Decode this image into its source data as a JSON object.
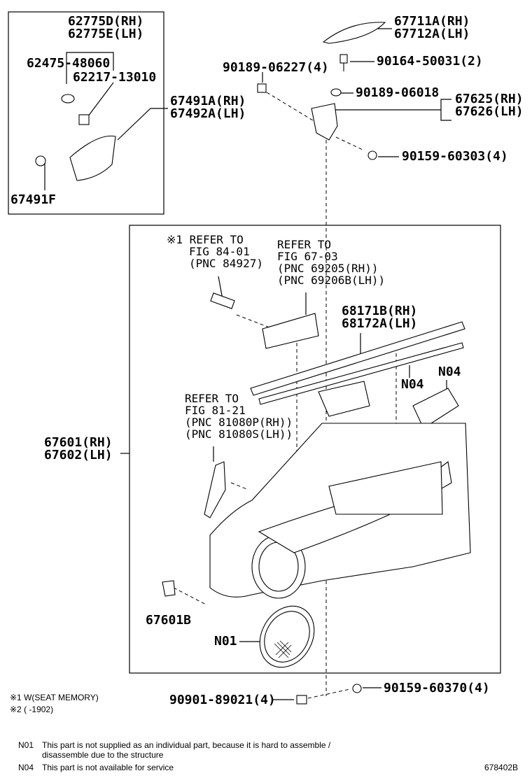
{
  "labels": {
    "p62775": [
      "62775D(RH)",
      "62775E(LH)"
    ],
    "p62475": "62475-48060",
    "p62217": "62217-13010",
    "p67491": [
      "67491A(RH)",
      "67492A(LH)"
    ],
    "p67491F": "67491F",
    "p67711": [
      "67711A(RH)",
      "67712A(LH)"
    ],
    "p90164": "90164-50031(2)",
    "p90189_06227": "90189-06227(4)",
    "p90189_06018": "90189-06018",
    "p67625": [
      "67625(RH)",
      "67626(LH)"
    ],
    "p90159_60303": "90159-60303(4)",
    "p68171": [
      "68171B(RH)",
      "68172A(LH)"
    ],
    "pN04a": "N04",
    "pN04b": "N04",
    "p67601": [
      "67601(RH)",
      "67602(LH)"
    ],
    "p67601B": "67601B",
    "pN01": "N01",
    "p90159_60370": "90159-60370(4)",
    "p90901": "90901-89021(4)"
  },
  "refs": {
    "r1": [
      "※1 REFER TO",
      "FIG 84-01",
      "(PNC 84927)"
    ],
    "r2": [
      "REFER TO",
      "FIG 67-03",
      "(PNC 69205(RH))",
      "(PNC 69206B(LH))"
    ],
    "r3": [
      "REFER TO",
      "FIG 81-21",
      "(PNC 81080P(RH))",
      "(PNC 81080S(LH))"
    ]
  },
  "notes": {
    "n1": "※1 W(SEAT MEMORY)",
    "n2": "※2 (       -1902)",
    "n01_code": "N01",
    "n01_text": "This part is not supplied as an individual part, because it is hard to assemble /",
    "n01_text2": "disassemble due to the structure",
    "n04_code": "N04",
    "n04_text": "This part is not available for service",
    "figure_id": "678402B"
  }
}
